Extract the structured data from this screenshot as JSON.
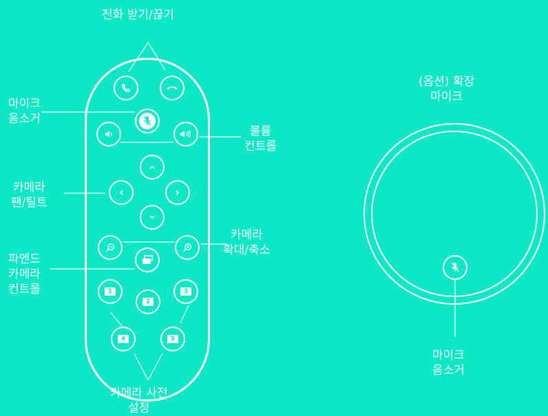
{
  "labels": {
    "call": "전화 받기/끊기",
    "mute_line1": "마이크",
    "mute_line2": "음소거",
    "volume_line1": "볼륨",
    "volume_line2": "컨트롤",
    "pan_line1": "카메라",
    "pan_line2": "팬/틸트",
    "zoom_line1": "카메라",
    "zoom_line2": "확대/축소",
    "farend_line1": "파엔드",
    "farend_line2": "카메라",
    "farend_line3": "컨트롤",
    "presets_line1": "카메라 사전",
    "presets_line2": "설정",
    "ext_line1": "(옵션) 확장",
    "ext_line2": "마이크",
    "ext_mute_line1": "마이크",
    "ext_mute_line2": "음소거"
  },
  "presets": {
    "p1": "1",
    "p2": "2",
    "p3": "3",
    "p4": "4",
    "p5": "5"
  },
  "icons": {
    "answer": "phone-answer-icon",
    "hangup": "phone-hangup-icon",
    "mute": "microphone-mute-icon",
    "vol_down": "volume-down-icon",
    "vol_up": "volume-up-icon",
    "up": "chevron-up-icon",
    "down": "chevron-down-icon",
    "left": "chevron-left-icon",
    "right": "chevron-right-icon",
    "zoom_out": "zoom-out-icon",
    "zoom_in": "zoom-in-icon",
    "farend": "far-end-control-icon"
  },
  "colors": {
    "background": "#0ce8c6",
    "foreground": "#ffffff"
  }
}
